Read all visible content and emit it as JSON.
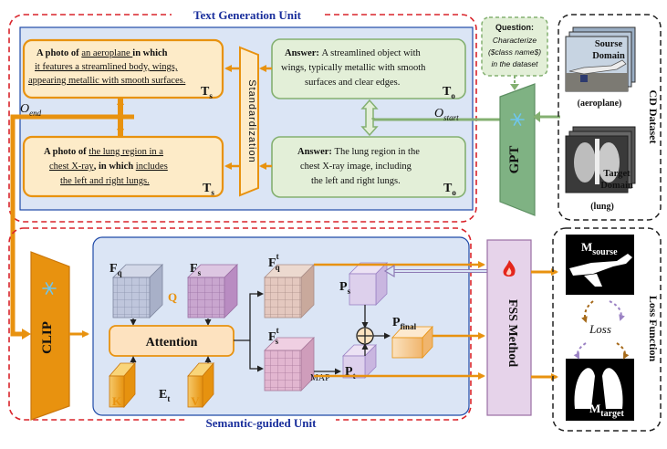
{
  "units": {
    "text_generation": "Text Generation Unit",
    "semantic_guided": "Semantic-guided Unit"
  },
  "text_boxes": {
    "ts_top": {
      "lines": [
        "A photo of an aeroplane  in which",
        "it features a streamlined body, wings,",
        "appearing metallic with smooth surfaces."
      ],
      "tag": "T",
      "tag_sub": "s"
    },
    "ts_bottom": {
      "lines": [
        "A photo of the lung region in a",
        "chest X-ray, in which includes",
        "the left and right lungs."
      ],
      "tag": "T",
      "tag_sub": "s"
    },
    "to_top": {
      "lines": [
        "Answer: A streamlined object with",
        "wings, typically metallic with smooth",
        "surfaces and clear edges."
      ],
      "tag": "T",
      "tag_sub": "o"
    },
    "to_bottom": {
      "lines": [
        "Answer: The lung region in the",
        "chest X-ray image, including",
        "the left and right lungs."
      ],
      "tag": "T",
      "tag_sub": "o"
    }
  },
  "standardization": "Standardization",
  "o_end": "O",
  "o_end_sub": "end",
  "o_start": "O",
  "o_start_sub": "start",
  "question": {
    "title": "Question:",
    "lines": [
      "Characterize",
      "($class name$)",
      "in the dataset"
    ]
  },
  "gpt": "GPT",
  "cd_dataset": {
    "label": "CD Dataset",
    "source_label": [
      "Sourse",
      "Domain"
    ],
    "source_caption": "(aeroplane)",
    "target_label": [
      "Target",
      "Domain"
    ],
    "target_caption": "(lung)"
  },
  "clip": "CLIP",
  "features": {
    "fq": "F",
    "fq_sub": "q",
    "fs": "F",
    "fs_sub": "s",
    "fq_t": "F",
    "fq_t_sub": "q",
    "fq_t_sup": "t",
    "fs_t": "F",
    "fs_t_sub": "s",
    "fs_t_sup": "t",
    "q": "Q",
    "k": "K",
    "v": "V",
    "et": "E",
    "et_sub": "t"
  },
  "attention": "Attention",
  "probs": {
    "ps": "P",
    "ps_sub": "s",
    "pt": "P",
    "pt_sub": "t",
    "pfinal": "P",
    "pfinal_sub": "final",
    "map": "MAP",
    "plus": "⊕"
  },
  "fss_method": "FSS Method",
  "loss_function": {
    "label": "Loss Function",
    "m_source": "M",
    "m_source_sub": "sourse",
    "m_target": "M",
    "m_target_sub": "target",
    "loss": "Loss"
  },
  "icons": [
    "snowflake-icon",
    "flame-icon"
  ],
  "colors": {
    "orange": "#e8920f",
    "unit_border": "#d9232a",
    "unit_title": "#1a2f9c",
    "blue_panel": "#dbe5f5",
    "green_box": "#e3efd8",
    "cream_box": "#fdebc8",
    "gpt_green": "#7fb283",
    "fss_purple": "#e6d3ea"
  }
}
